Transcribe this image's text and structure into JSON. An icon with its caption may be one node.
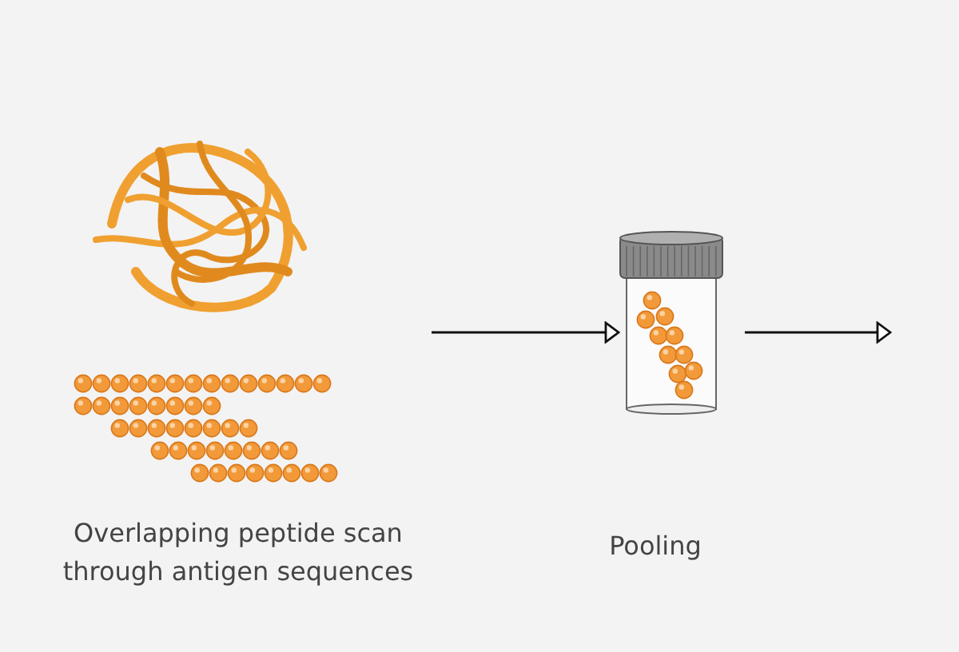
{
  "diagram": {
    "nodes": [
      {
        "text": [
          "Overlapping peptide scan through antigen sequences"
        ]
      },
      {
        "text": [
          "Pooling"
        ]
      }
    ],
    "edges": [
      {
        "from": 0,
        "to": 1,
        "arrow": "to"
      },
      {
        "from": 1,
        "to": null,
        "arrow": "to"
      }
    ]
  }
}
